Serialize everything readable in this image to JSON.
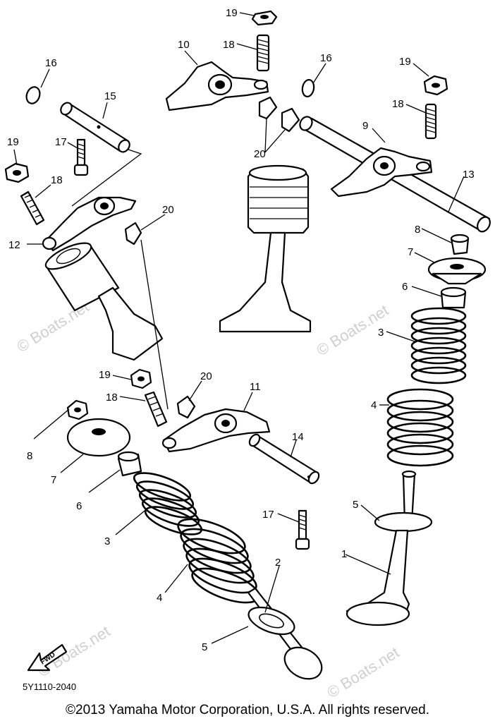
{
  "diagram": {
    "callouts": [
      {
        "id": "c19a",
        "label": "19"
      },
      {
        "id": "c18a",
        "label": "18"
      },
      {
        "id": "c10",
        "label": "10"
      },
      {
        "id": "c16a",
        "label": "16"
      },
      {
        "id": "c15",
        "label": "15"
      },
      {
        "id": "c19b",
        "label": "19"
      },
      {
        "id": "c17a",
        "label": "17"
      },
      {
        "id": "c18b",
        "label": "18"
      },
      {
        "id": "c12",
        "label": "12"
      },
      {
        "id": "c20a",
        "label": "20"
      },
      {
        "id": "c16b",
        "label": "16"
      },
      {
        "id": "c19c",
        "label": "19"
      },
      {
        "id": "c18c",
        "label": "18"
      },
      {
        "id": "c9",
        "label": "9"
      },
      {
        "id": "c20b",
        "label": "20"
      },
      {
        "id": "c13",
        "label": "13"
      },
      {
        "id": "c8a",
        "label": "8"
      },
      {
        "id": "c7a",
        "label": "7"
      },
      {
        "id": "c6a",
        "label": "6"
      },
      {
        "id": "c3a",
        "label": "3"
      },
      {
        "id": "c4a",
        "label": "4"
      },
      {
        "id": "c5a",
        "label": "5"
      },
      {
        "id": "c1",
        "label": "1"
      },
      {
        "id": "c19d",
        "label": "19"
      },
      {
        "id": "c20c",
        "label": "20"
      },
      {
        "id": "c18d",
        "label": "18"
      },
      {
        "id": "c11",
        "label": "11"
      },
      {
        "id": "c8b",
        "label": "8"
      },
      {
        "id": "c7b",
        "label": "7"
      },
      {
        "id": "c14",
        "label": "14"
      },
      {
        "id": "c6b",
        "label": "6"
      },
      {
        "id": "c17b",
        "label": "17"
      },
      {
        "id": "c3b",
        "label": "3"
      },
      {
        "id": "c2",
        "label": "2"
      },
      {
        "id": "c4b",
        "label": "4"
      },
      {
        "id": "c5b",
        "label": "5"
      }
    ],
    "diagram_code": "5Y1110-2040",
    "fwd_label": "FWD",
    "watermark_text": "© Boats.net",
    "copyright": "©2013 Yamaha Motor Corporation, U.S.A. All rights reserved."
  }
}
